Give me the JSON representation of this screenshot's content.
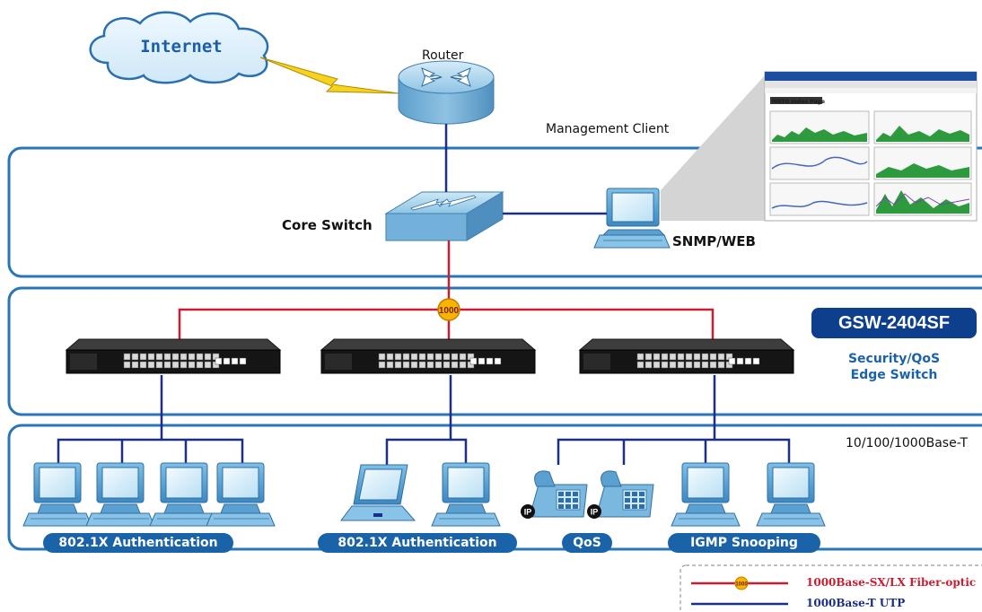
{
  "labels": {
    "internet": "Internet",
    "router": "Router",
    "management_client": "Management Client",
    "core_switch": "Core Switch",
    "snmp_web": "SNMP/WEB",
    "fiber_badge": "1000",
    "model_name": "GSW-2404SF",
    "edge_line1": "Security/QoS",
    "edge_line2": "Edge Switch",
    "utp_speed": "10/100/1000Base-T",
    "ip_badge": "IP",
    "screen_title": "MRTG Index Page"
  },
  "groups": [
    {
      "label": "802.1X Authentication"
    },
    {
      "label": "802.1X Authentication"
    },
    {
      "label": "QoS"
    },
    {
      "label": "IGMP Snooping"
    }
  ],
  "legend": {
    "fiber": "1000Base-SX/LX Fiber-optic",
    "utp": "1000Base-T UTP",
    "badge": "1000"
  },
  "colors": {
    "utp_line": "#1b2f86",
    "fiber_line": "#c81e32",
    "frame": "#2a74b8",
    "pill": "#1a63a8",
    "model": "#0d3f8c",
    "badge": "#f7b500"
  }
}
